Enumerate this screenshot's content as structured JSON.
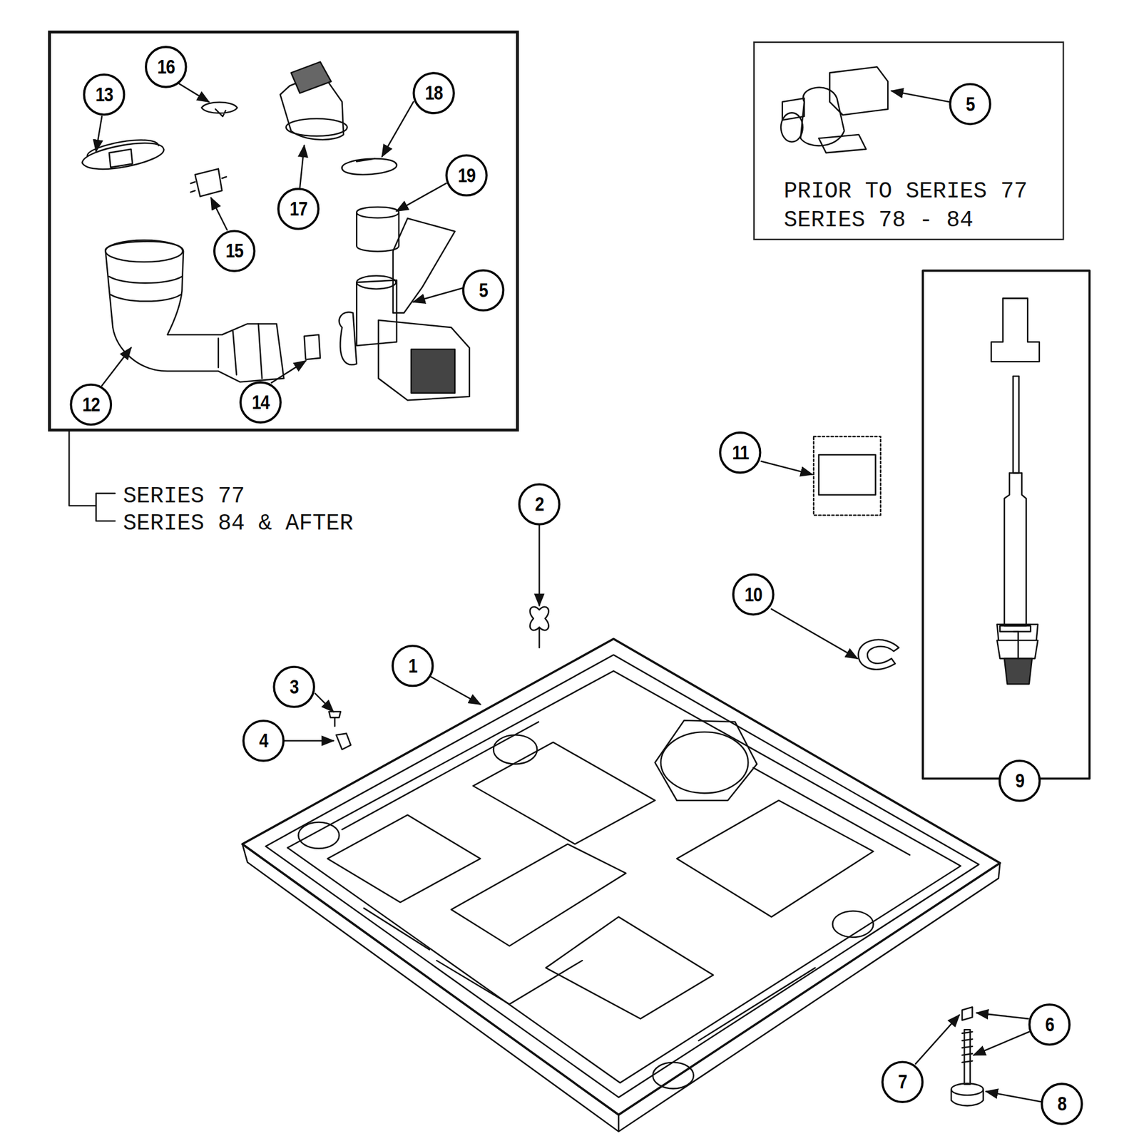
{
  "diagram": {
    "nodes": [
      {
        "text": [
          "SERIES 77",
          "SERIES 84 & AFTER"
        ]
      },
      {
        "text": [
          "16"
        ],
        "in": 0
      },
      {
        "text": [
          "13"
        ],
        "in": 0
      },
      {
        "text": [
          "17"
        ],
        "in": 0
      },
      {
        "text": [
          "18"
        ],
        "in": 0
      },
      {
        "text": [
          "19"
        ],
        "in": 0
      },
      {
        "text": [
          "15"
        ],
        "in": 0
      },
      {
        "text": [
          "5"
        ],
        "in": 0
      },
      {
        "text": [
          "12"
        ],
        "in": 0
      },
      {
        "text": [
          "14"
        ],
        "in": 0
      },
      {
        "text": [
          "PRIOR TO SERIES 77",
          "SERIES 78 - 84"
        ]
      },
      {
        "text": [
          "5"
        ],
        "in": 10
      },
      {
        "text": [
          "11"
        ]
      },
      {
        "text": [
          "2"
        ]
      },
      {
        "text": [
          "10"
        ]
      },
      {
        "text": [
          "1"
        ]
      },
      {
        "text": [
          "3"
        ]
      },
      {
        "text": [
          "4"
        ]
      },
      {
        "text": [
          "9"
        ]
      },
      {
        "text": [
          "6"
        ]
      },
      {
        "text": [
          "7"
        ]
      },
      {
        "text": [
          "8"
        ]
      }
    ]
  }
}
